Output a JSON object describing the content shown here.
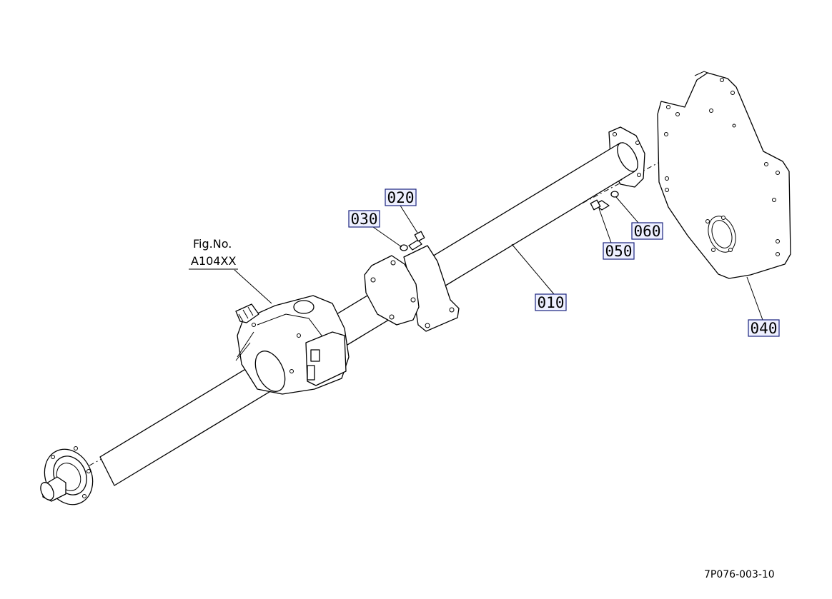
{
  "figure": {
    "ref_label": "Fig.No.",
    "ref_code": "A104XX",
    "drawing_code": "7P076-003-10"
  },
  "parts": [
    {
      "id": "010",
      "label": "010"
    },
    {
      "id": "020",
      "label": "020"
    },
    {
      "id": "030",
      "label": "030"
    },
    {
      "id": "040",
      "label": "040"
    },
    {
      "id": "050",
      "label": "050"
    },
    {
      "id": "060",
      "label": "060"
    }
  ],
  "colors": {
    "callout_border": "#1a237e",
    "callout_fill": "#eef0ff",
    "line": "#000000"
  }
}
